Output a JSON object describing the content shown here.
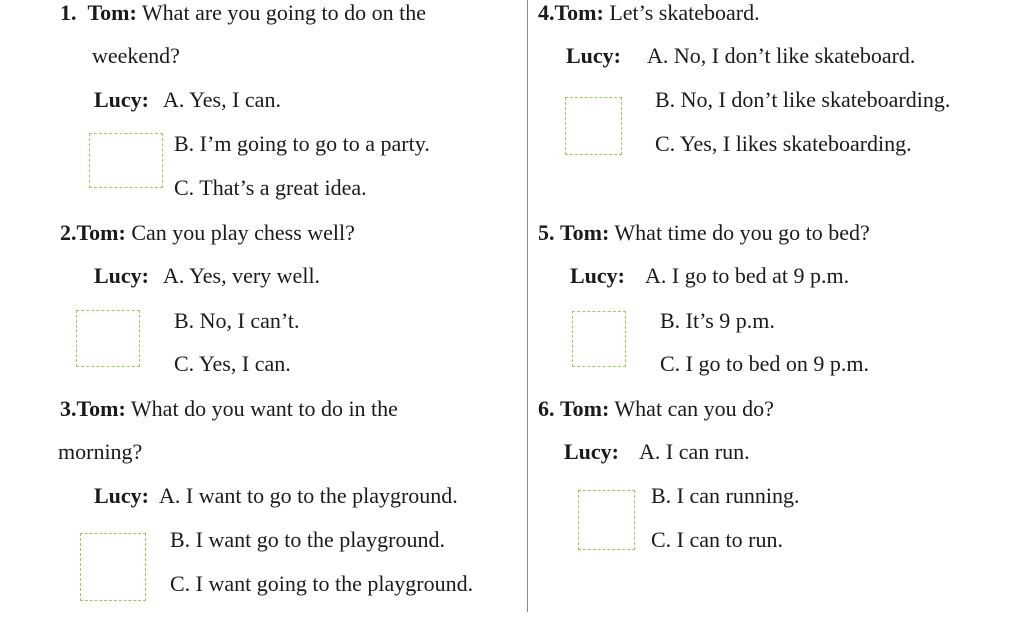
{
  "questions": [
    {
      "num": "1.",
      "speaker": "Tom:",
      "q1": "What are you going to do on the",
      "q2": "weekend?",
      "answer_speaker": "Lucy:",
      "a": "A. Yes, I can.",
      "b": "B. I’m going to go to a party.",
      "c": "C. That’s a great idea."
    },
    {
      "num": "2.",
      "speaker": "Tom:",
      "q1": "Can you play chess well?",
      "answer_speaker": "Lucy:",
      "a": "A. Yes, very well.",
      "b": "B. No, I can’t.",
      "c": "C. Yes, I can."
    },
    {
      "num": "3.",
      "speaker": "Tom:",
      "q1": "What do you want to do in the",
      "q2": "morning?",
      "answer_speaker": "Lucy:",
      "a": "A. I want to go to the playground.",
      "b": "B. I want go to the playground.",
      "c": "C. I want going to the playground."
    },
    {
      "num": "4.",
      "speaker": "Tom:",
      "q1": "Let’s skateboard.",
      "answer_speaker": "Lucy:",
      "a": "A. No, I don’t like skateboard.",
      "b": "B. No, I don’t like skateboarding.",
      "c": "C. Yes, I likes skateboarding."
    },
    {
      "num": "5.",
      "speaker": "Tom:",
      "q1": "What time do you go to bed?",
      "answer_speaker": "Lucy:",
      "a": "A. I go to bed at 9 p.m.",
      "b": "B. It’s 9 p.m.",
      "c": "C. I go to bed on 9 p.m."
    },
    {
      "num": "6.",
      "speaker": "Tom:",
      "q1": "What can you do?",
      "answer_speaker": "Lucy:",
      "a": "A. I can run.",
      "b": "B. I can running.",
      "c": "C. I can to run."
    }
  ],
  "colors": {
    "box_border": "#9acc5a",
    "divider": "#8a8a8a"
  }
}
